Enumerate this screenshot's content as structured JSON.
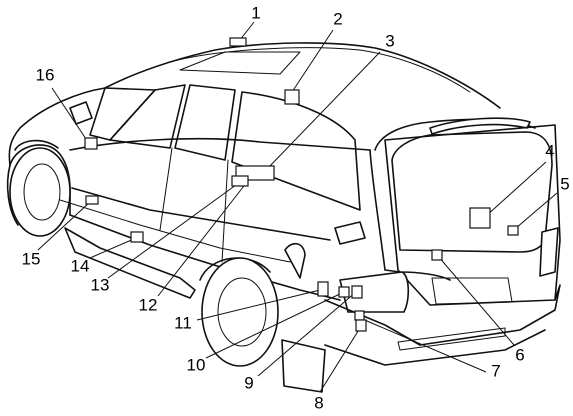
{
  "callouts": [
    {
      "id": 1,
      "label": "1"
    },
    {
      "id": 2,
      "label": "2"
    },
    {
      "id": 3,
      "label": "3"
    },
    {
      "id": 4,
      "label": "4"
    },
    {
      "id": 5,
      "label": "5"
    },
    {
      "id": 6,
      "label": "6"
    },
    {
      "id": 7,
      "label": "7"
    },
    {
      "id": 8,
      "label": "8"
    },
    {
      "id": 9,
      "label": "9"
    },
    {
      "id": 10,
      "label": "10"
    },
    {
      "id": 11,
      "label": "11"
    },
    {
      "id": 12,
      "label": "12"
    },
    {
      "id": 13,
      "label": "13"
    },
    {
      "id": 14,
      "label": "14"
    },
    {
      "id": 15,
      "label": "15"
    },
    {
      "id": 16,
      "label": "16"
    }
  ]
}
